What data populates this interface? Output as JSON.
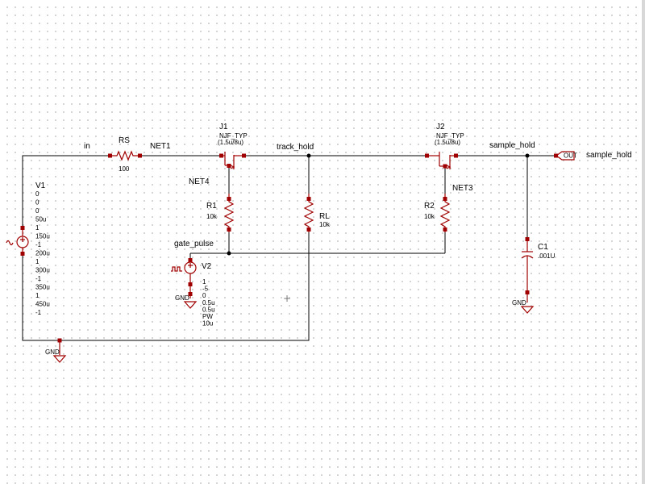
{
  "nets": {
    "in": "in",
    "net1": "NET1",
    "net4": "NET4",
    "track_hold": "track_hold",
    "sample_hold": "sample_hold",
    "net3": "NET3",
    "gate_pulse": "gate_pulse",
    "out_port": "sample_hold"
  },
  "parts": {
    "rs": {
      "ref": "RS",
      "value": "100"
    },
    "j1": {
      "ref": "J1",
      "model": "NJF_TYP",
      "size": "(1.5u/8u)"
    },
    "j2": {
      "ref": "J2",
      "model": "NJF_TYP",
      "size": "(1.5u/8u)"
    },
    "r1": {
      "ref": "R1",
      "value": "10k"
    },
    "rl": {
      "ref": "RL",
      "value": "10k"
    },
    "r2": {
      "ref": "R2",
      "value": "10k"
    },
    "c1": {
      "ref": "C1",
      "value": ".001U"
    },
    "v1": {
      "ref": "V1",
      "params": [
        "0",
        "0",
        "0",
        "50u",
        "1",
        "150u",
        "-1",
        "200u",
        "1",
        "300u",
        "-1",
        "350u",
        "1",
        "450u",
        "-1"
      ]
    },
    "v2": {
      "ref": "V2",
      "params": [
        "1",
        "-5",
        "0",
        "0.5u",
        "0.5u",
        "PW",
        "10u"
      ]
    }
  },
  "grounds": {
    "gnd1": "GND",
    "gnd2": "GND",
    "gnd3": "GND"
  },
  "port": {
    "label": "OUT"
  },
  "cursor": "+"
}
